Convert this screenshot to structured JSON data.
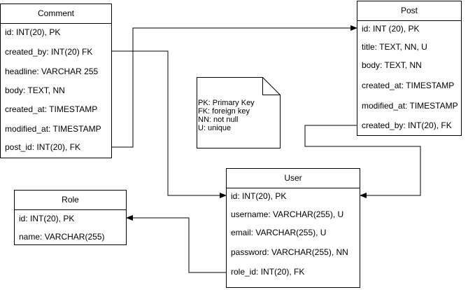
{
  "entities": {
    "comment": {
      "title": "Comment",
      "fields": [
        "id: INT(20), PK",
        "created_by: INT(20) FK",
        "headline: VARCHAR 255",
        "body: TEXT, NN",
        "created_at: TIMESTAMP",
        "modified_at: TIMESTAMP",
        "post_id: INT(20), FK"
      ]
    },
    "post": {
      "title": "Post",
      "fields": [
        "id: INT (20), PK",
        "title: TEXT, NN, U",
        "body: TEXT, NN",
        "created_at: TIMESTAMP",
        "modified_at: TIMESTAMP",
        "created_by: INT(20), FK"
      ]
    },
    "user": {
      "title": "User",
      "fields": [
        "id: INT(20), PK",
        "username: VARCHAR(255), U",
        "email: VARCHAR(255), U",
        "password: VARCHAR(255), NN",
        "role_id: INT(20), FK"
      ]
    },
    "role": {
      "title": "Role",
      "fields": [
        "id: INT(20), PK",
        "name: VARCHAR(255)"
      ]
    }
  },
  "legend": {
    "lines": [
      "PK: Primary Key",
      "FK: foreign key",
      "NN: not null",
      "U: unique"
    ]
  }
}
